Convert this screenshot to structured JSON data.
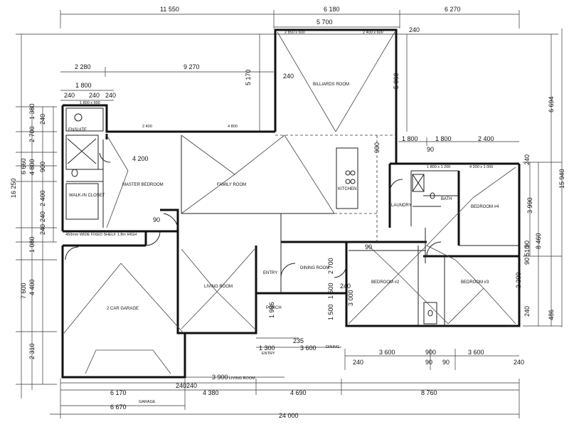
{
  "dimensions": {
    "top": [
      "11 550",
      "6 180",
      "6 270",
      "5 700"
    ],
    "top_left": [
      "2 280",
      "9 270",
      "1 800",
      "240",
      "240",
      "240"
    ],
    "left": [
      "16 250",
      "6 660",
      "7 600",
      "1 380",
      "2 700",
      "4 800",
      "2 400",
      "1 080",
      "4 400",
      "2 310",
      "240",
      "900",
      "240",
      "240"
    ],
    "mid": [
      "5 170",
      "5 060",
      "240",
      "240",
      "1 800",
      "1 800",
      "2 400",
      "90",
      "900",
      "4 200",
      "2 700",
      "90",
      "3 000",
      "1 500",
      "1 500",
      "1 986",
      "90",
      "240",
      "235",
      "1 300",
      "3 600"
    ],
    "right": [
      "6 694",
      "15 940",
      "3 990",
      "8 460",
      "3 300",
      "90",
      "510",
      "240",
      "240",
      "486",
      "90"
    ],
    "bottom": [
      "6 170",
      "4 380",
      "4 690",
      "8 760",
      "6 670",
      "24 000",
      "3 900",
      "240",
      "240",
      "3 600",
      "900",
      "3 600",
      "240",
      "90",
      "90",
      "240"
    ]
  },
  "rooms": {
    "billiards": "BILLIARDS ROOM",
    "family": "FAMILY ROOM",
    "master": "MASTER BEDROOM",
    "ensuite": "ENSUITE",
    "walkin": "WALK-IN CLOSET",
    "kitchen": "KITCHEN",
    "laundry": "LAUNDRY",
    "bath": "BATH",
    "bed4": "BEDROOM #4",
    "garage": "2 CAR GARAGE",
    "living": "LIVING ROOM",
    "dining": "DINING ROOM",
    "entry": "ENTRY",
    "porch": "PORCH",
    "bed2": "BEDROOM #2",
    "bed3": "BEDROOM #3"
  },
  "notes": {
    "shelf": "450mm WIDE FIXED SHELF 1.8m HIGH",
    "entry_label": "ENTRY",
    "dining_label": "DINING",
    "living_label": "LIVING ROOM",
    "garage_label": "GARAGE",
    "window_2400": "2 400",
    "window_4800": "4 800",
    "window_2850": "2 850 x 600",
    "window_2400b": "2 400 x 600",
    "window_1800": "1 800 x 600",
    "window_1800b": "1 800 x 1 200",
    "window_4200": "4 200 x 1 000"
  }
}
